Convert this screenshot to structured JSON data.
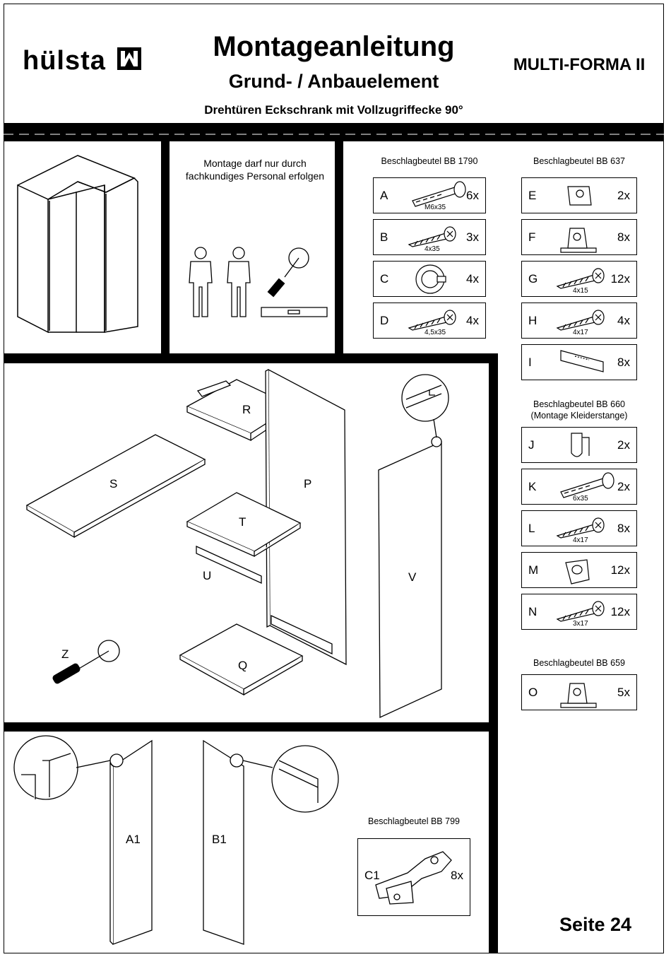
{
  "header": {
    "brand": "hülsta",
    "title": "Montageanleitung",
    "subtitle": "Grund- / Anbauelement",
    "description": "Drehtüren Eckschrank mit Vollzugriffecke 90°",
    "series": "MULTI-FORMA II"
  },
  "notice": {
    "line1": "Montage darf nur durch",
    "line2": "fachkundiges Personal erfolgen"
  },
  "bags": {
    "bb1790": {
      "title": "Beschlagbeutel BB 1790",
      "items": [
        {
          "letter": "A",
          "qty": "6x",
          "size": "M6x35",
          "icon": "bolt-icon"
        },
        {
          "letter": "B",
          "qty": "3x",
          "size": "4x35",
          "icon": "screw-icon"
        },
        {
          "letter": "C",
          "qty": "4x",
          "size": "",
          "icon": "dowel-cap-icon"
        },
        {
          "letter": "D",
          "qty": "4x",
          "size": "4,5x35",
          "icon": "screw-icon"
        }
      ]
    },
    "bb637": {
      "title": "Beschlagbeutel BB 637",
      "items": [
        {
          "letter": "E",
          "qty": "2x",
          "size": "",
          "icon": "bracket-icon"
        },
        {
          "letter": "F",
          "qty": "8x",
          "size": "",
          "icon": "connector-icon"
        },
        {
          "letter": "G",
          "qty": "12x",
          "size": "4x15",
          "icon": "screw-icon"
        },
        {
          "letter": "H",
          "qty": "4x",
          "size": "4x17",
          "icon": "screw-icon"
        },
        {
          "letter": "I",
          "qty": "8x",
          "size": "",
          "icon": "strip-icon"
        }
      ]
    },
    "bb660": {
      "title": "Beschlagbeutel BB 660",
      "subtitle": "(Montage Kleiderstange)",
      "items": [
        {
          "letter": "J",
          "qty": "2x",
          "size": "",
          "icon": "rail-holder-icon"
        },
        {
          "letter": "K",
          "qty": "2x",
          "size": "6x35",
          "icon": "bolt-icon"
        },
        {
          "letter": "L",
          "qty": "8x",
          "size": "4x17",
          "icon": "screw-icon"
        },
        {
          "letter": "M",
          "qty": "12x",
          "size": "",
          "icon": "clip-icon"
        },
        {
          "letter": "N",
          "qty": "12x",
          "size": "3x17",
          "icon": "screw-icon"
        }
      ]
    },
    "bb659": {
      "title": "Beschlagbeutel BB 659",
      "items": [
        {
          "letter": "O",
          "qty": "5x",
          "size": "",
          "icon": "connector-icon"
        }
      ]
    },
    "bb799": {
      "title": "Beschlagbeutel BB 799",
      "items": [
        {
          "letter": "C1",
          "qty": "8x",
          "size": "",
          "icon": "hinge-icon"
        }
      ]
    }
  },
  "parts": {
    "r": "R",
    "s": "S",
    "p": "P",
    "t": "T",
    "u": "U",
    "v": "V",
    "z": "Z",
    "q": "Q",
    "a1": "A1",
    "b1": "B1"
  },
  "footer": {
    "page": "Seite 24"
  }
}
